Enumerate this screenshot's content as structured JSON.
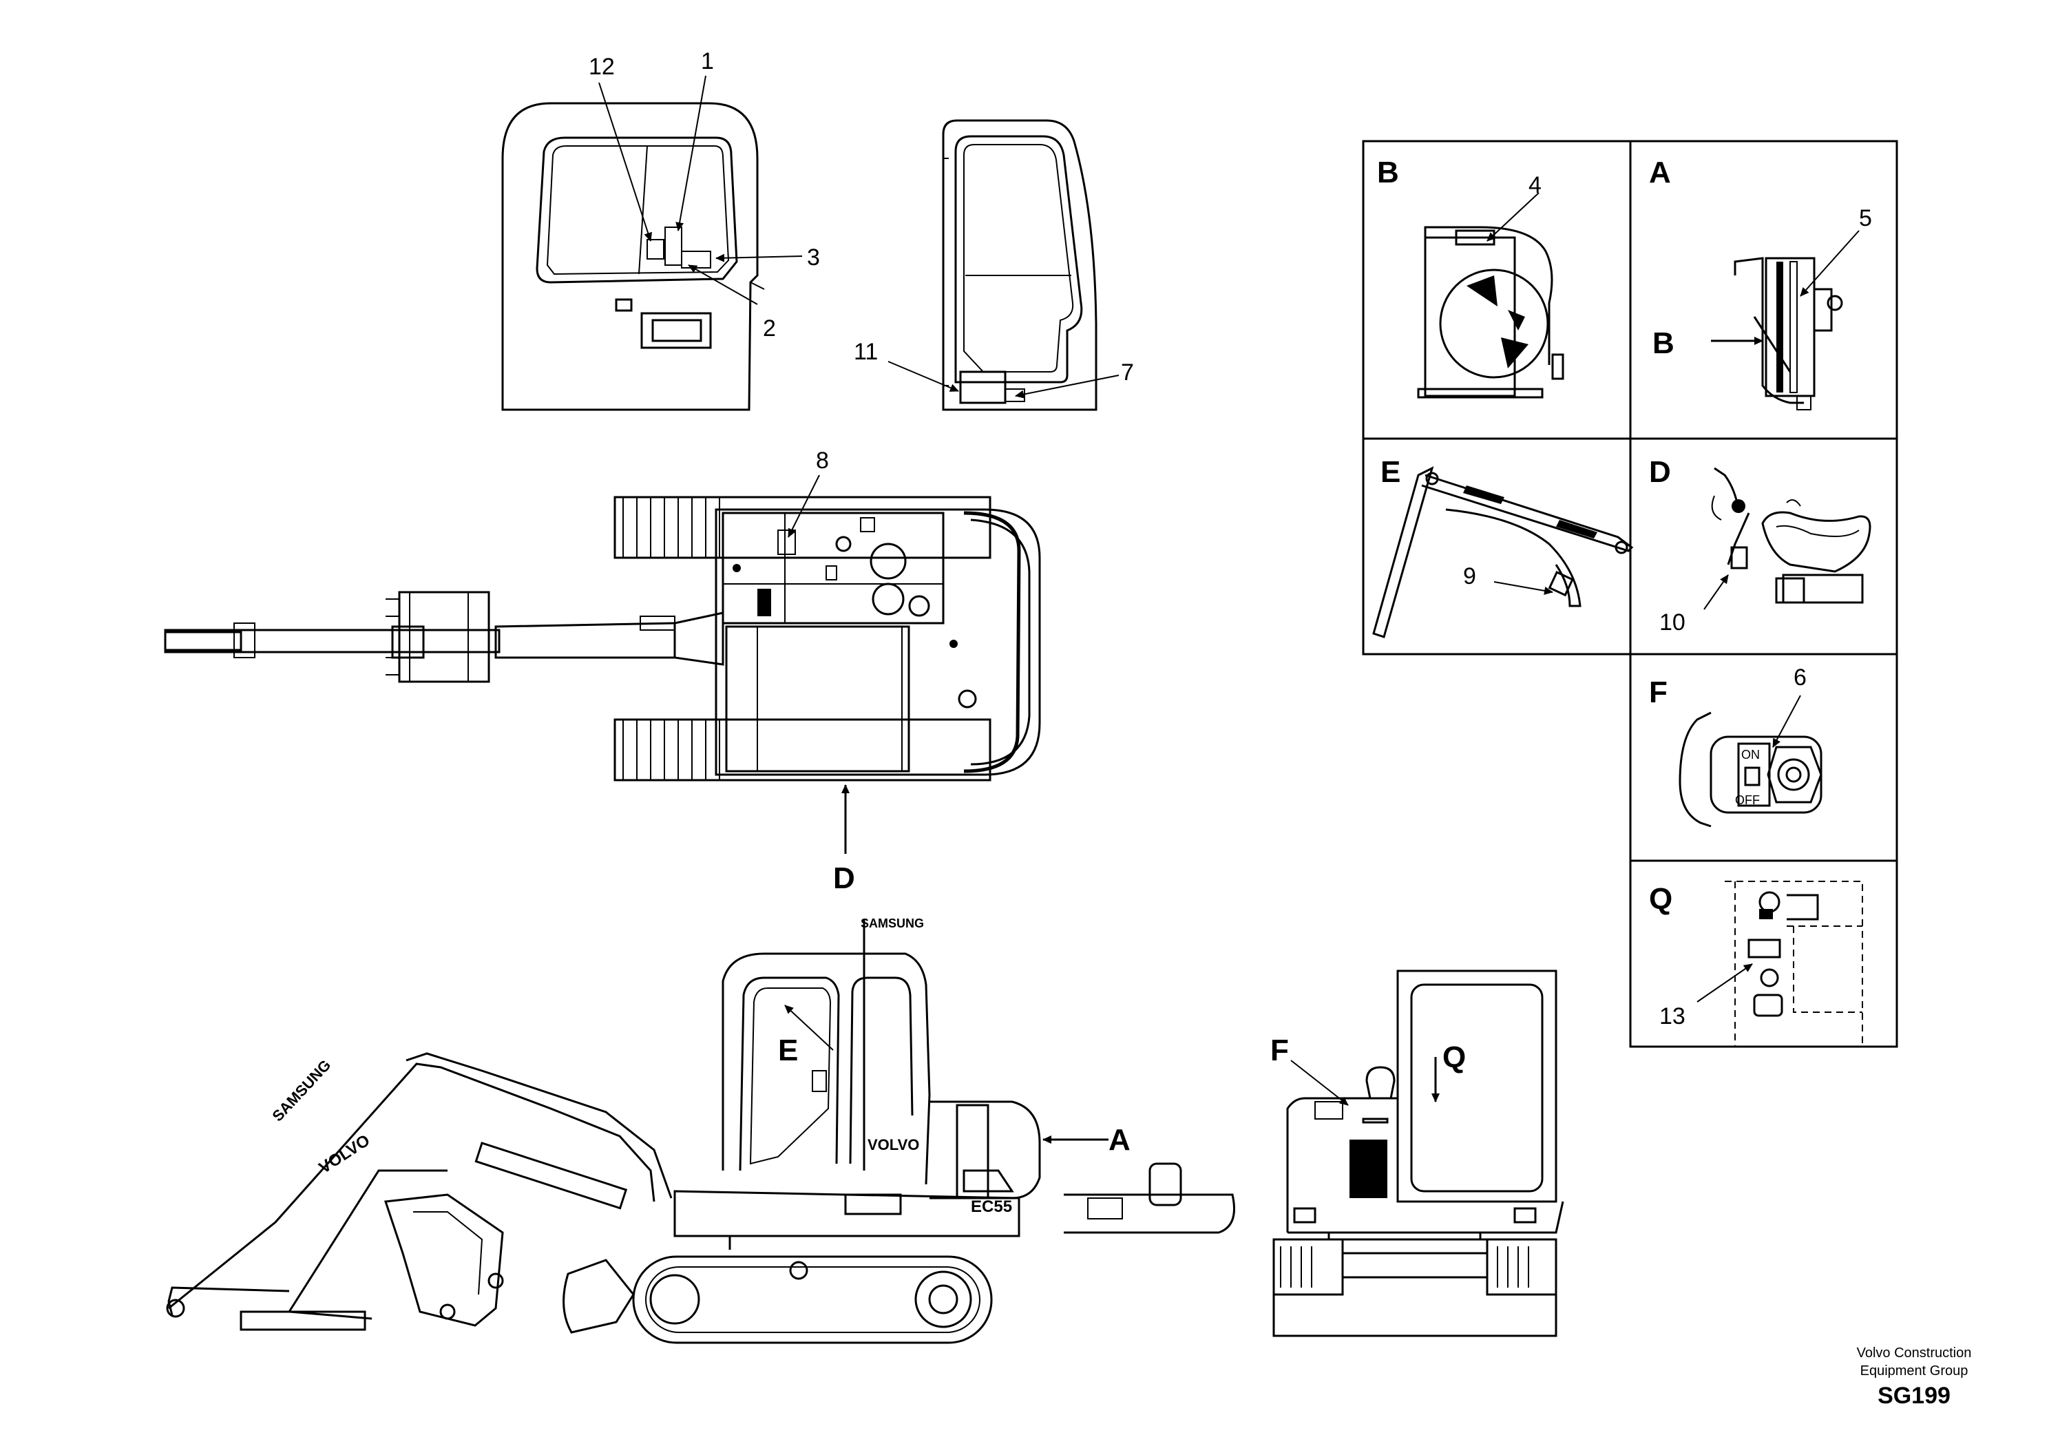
{
  "callouts": {
    "n1": "1",
    "n2": "2",
    "n3": "3",
    "n4": "4",
    "n5": "5",
    "n6": "6",
    "n7": "7",
    "n8": "8",
    "n9": "9",
    "n10": "10",
    "n11": "11",
    "n12": "12",
    "n13": "13"
  },
  "views": {
    "A": "A",
    "B": "B",
    "D": "D",
    "E": "E",
    "F": "F",
    "Q": "Q"
  },
  "switch": {
    "on": "ON",
    "off": "OFF"
  },
  "machine_text": {
    "samsung": "SAMSUNG",
    "volvo": "VOLVO",
    "model": "EC55"
  },
  "footer": {
    "company_line1": "Volvo Construction",
    "company_line2": "Equipment Group",
    "code": "SG199"
  }
}
